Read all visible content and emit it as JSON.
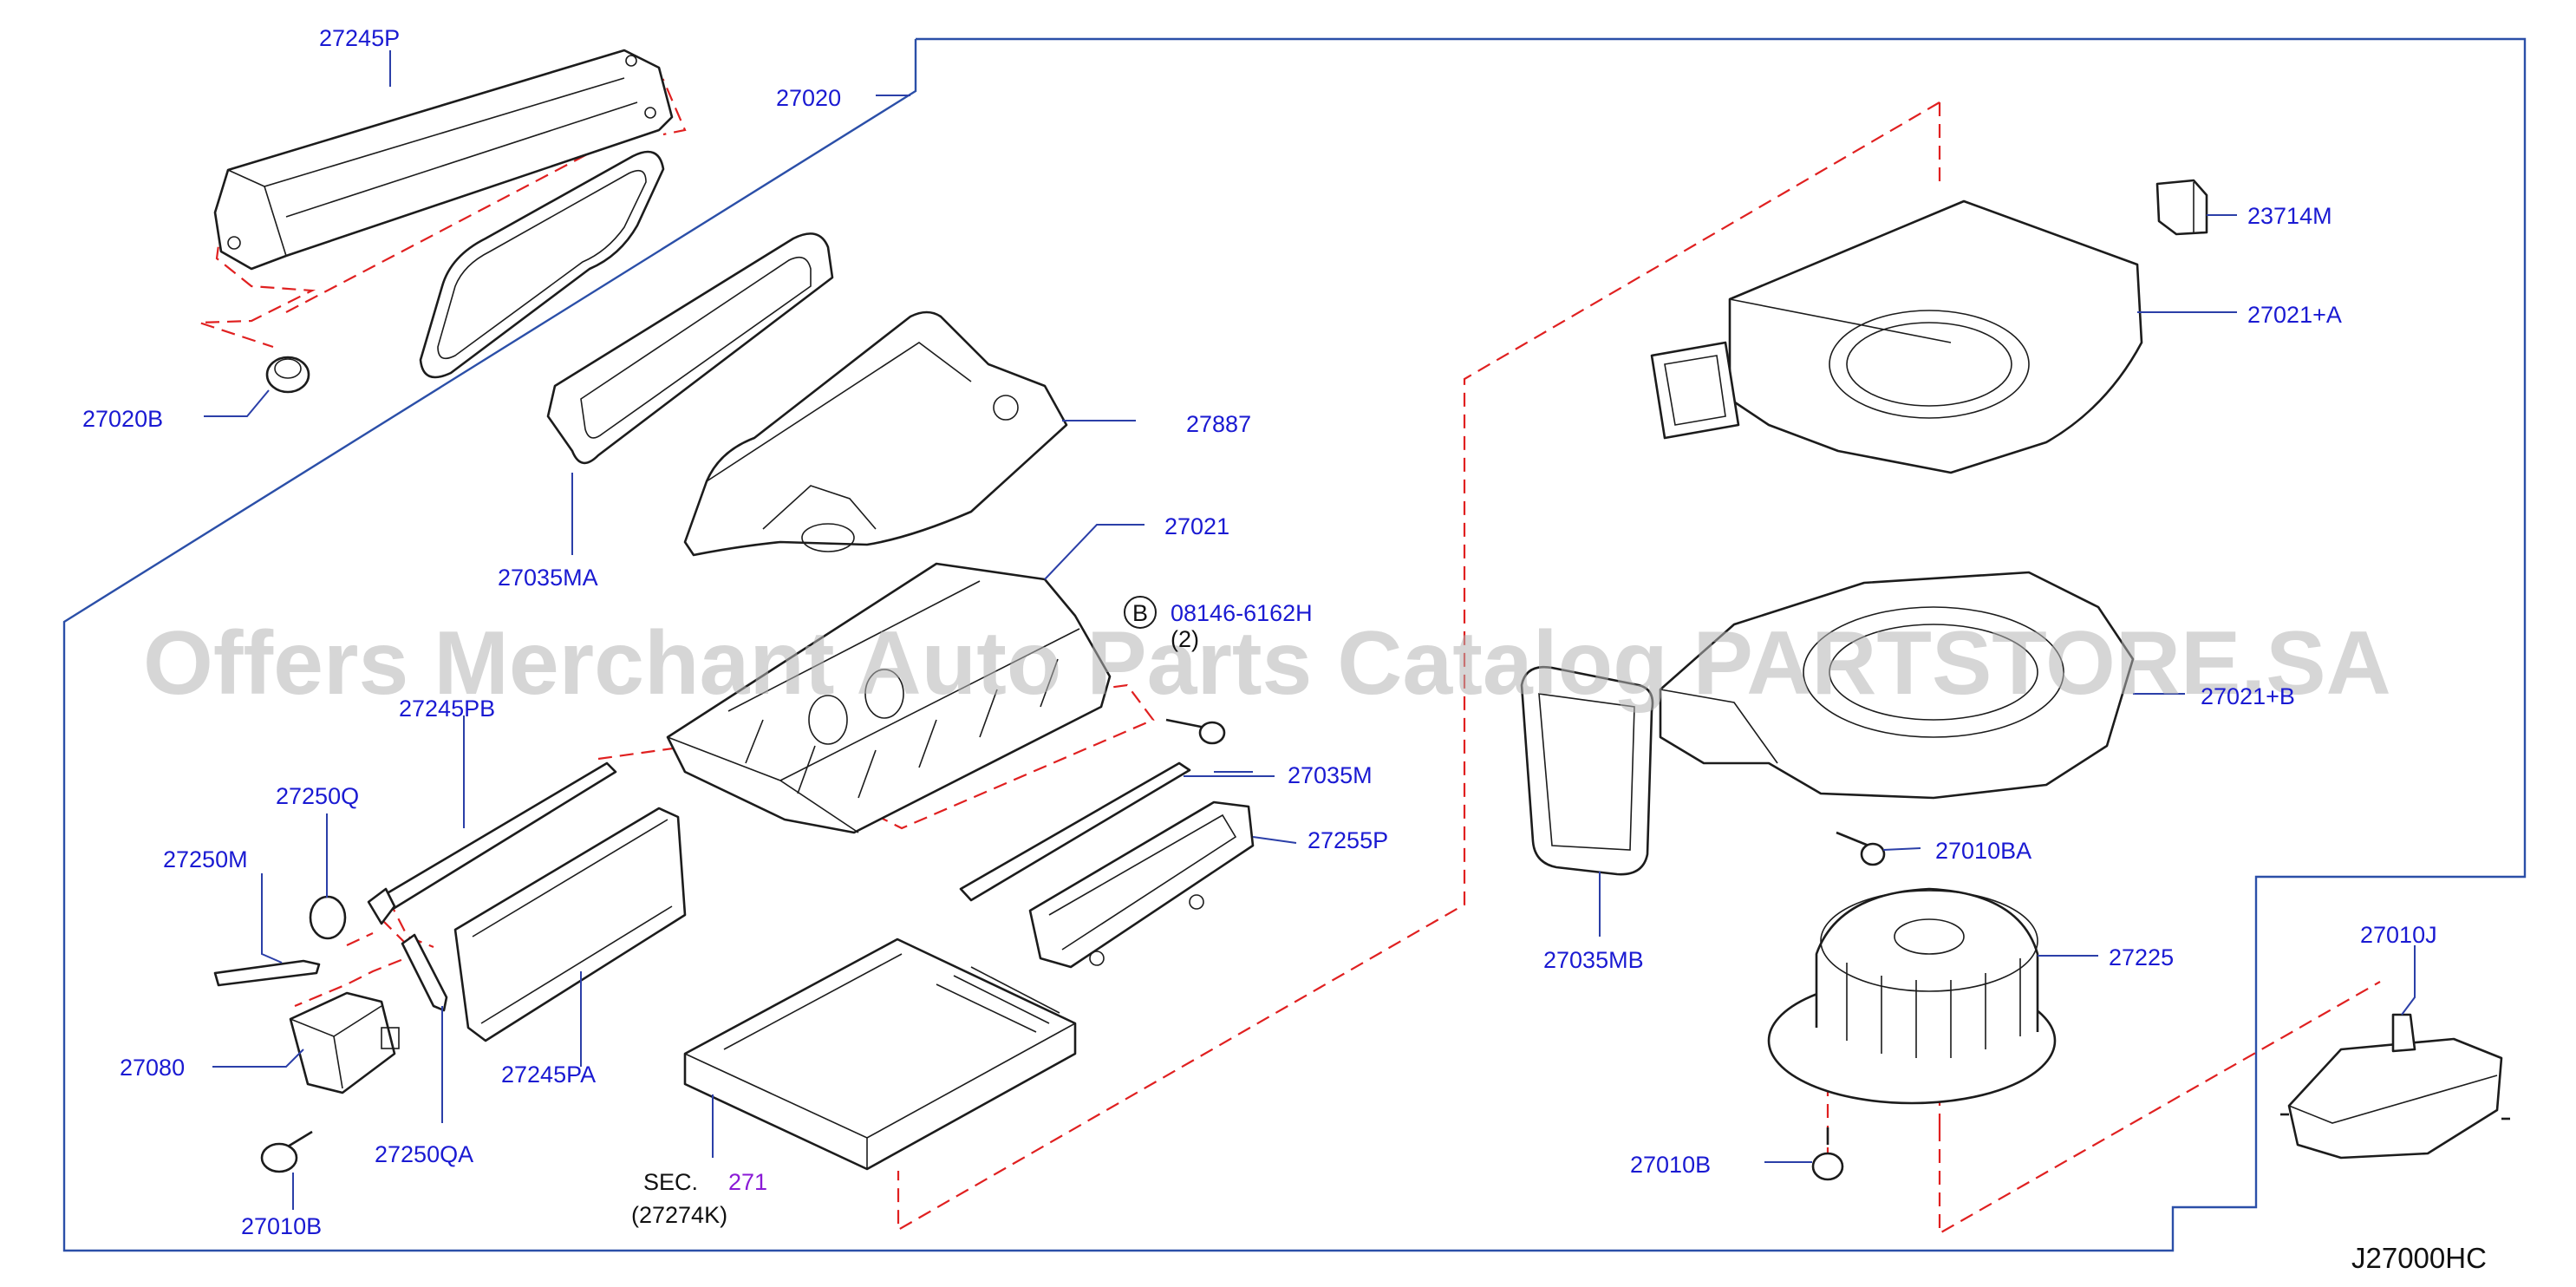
{
  "diagram": {
    "part_labels": [
      {
        "id": "27245P",
        "text": "27245P"
      },
      {
        "id": "27020",
        "text": "27020"
      },
      {
        "id": "27020B",
        "text": "27020B"
      },
      {
        "id": "27887",
        "text": "27887"
      },
      {
        "id": "27035MA",
        "text": "27035MA"
      },
      {
        "id": "27021",
        "text": "27021"
      },
      {
        "id": "bolt-ref",
        "text": "08146-6162H"
      },
      {
        "id": "bolt-qty",
        "text": "(2)"
      },
      {
        "id": "27245PB",
        "text": "27245PB"
      },
      {
        "id": "27250Q",
        "text": "27250Q"
      },
      {
        "id": "27250M",
        "text": "27250M"
      },
      {
        "id": "27035M",
        "text": "27035M"
      },
      {
        "id": "27255P",
        "text": "27255P"
      },
      {
        "id": "27080",
        "text": "27080"
      },
      {
        "id": "27245PA",
        "text": "27245PA"
      },
      {
        "id": "27250QA",
        "text": "27250QA"
      },
      {
        "id": "27010B-left",
        "text": "27010B"
      },
      {
        "id": "sec-prefix",
        "text": "SEC."
      },
      {
        "id": "sec-number",
        "text": "271"
      },
      {
        "id": "sec-sub",
        "text": "(27274K)"
      },
      {
        "id": "23714M",
        "text": "23714M"
      },
      {
        "id": "27021A",
        "text": "27021+A"
      },
      {
        "id": "27021B",
        "text": "27021+B"
      },
      {
        "id": "27010BA",
        "text": "27010BA"
      },
      {
        "id": "27035MB",
        "text": "27035MB"
      },
      {
        "id": "27225",
        "text": "27225"
      },
      {
        "id": "27010J",
        "text": "27010J"
      },
      {
        "id": "27010B-right",
        "text": "27010B"
      }
    ],
    "bolt_badge": "B",
    "diagram_code": "J27000HC",
    "watermark": "Offers Merchant Auto Parts Catalog PARTSTORE.SA",
    "colors": {
      "label": "#1a1ad2",
      "leader": "#2b3fa8",
      "dashed_line": "#e02020",
      "section_ref": "#8a1ad6",
      "drawing": "#1c1c1c"
    }
  }
}
